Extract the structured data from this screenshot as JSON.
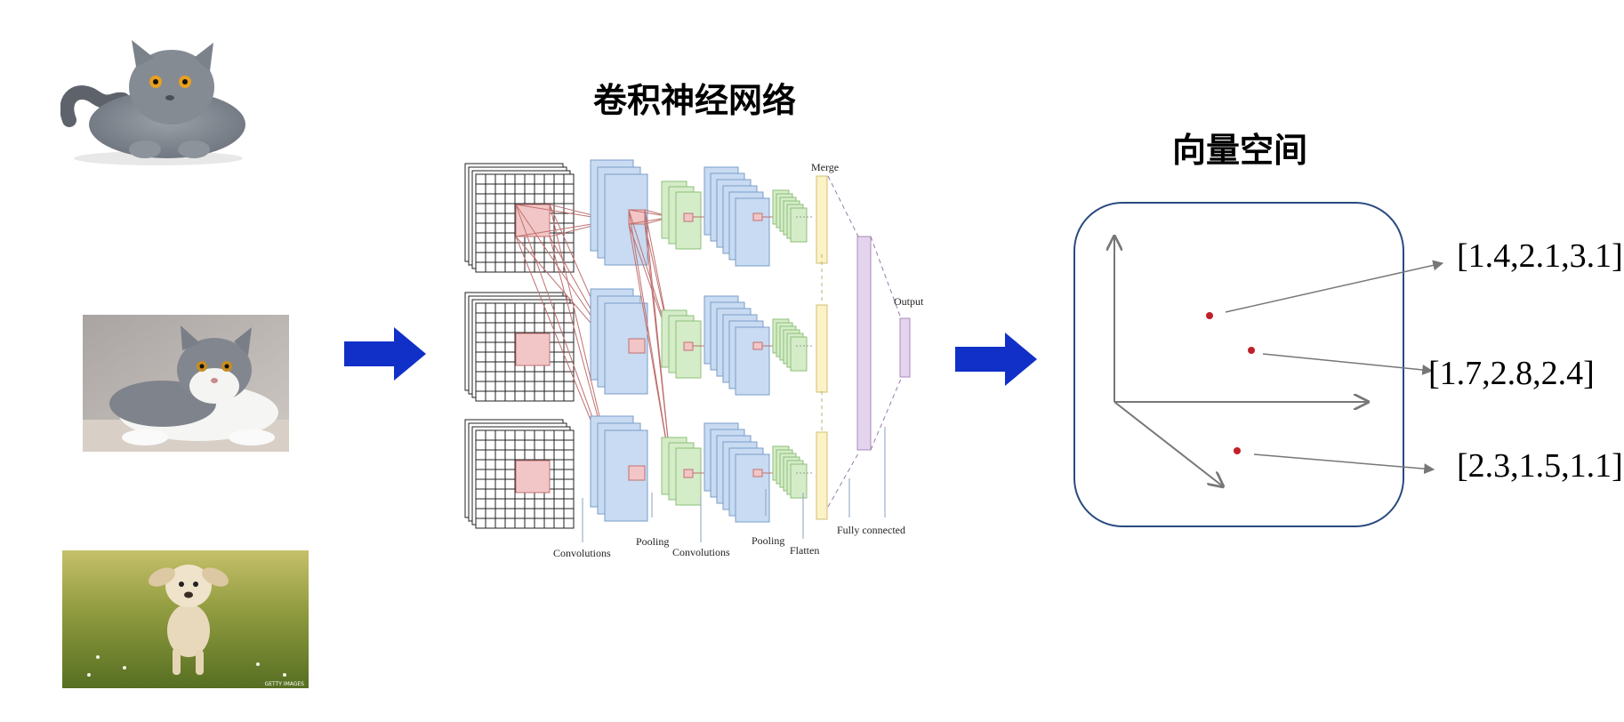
{
  "titles": {
    "cnn": "卷积神经网络",
    "space": "向量空间"
  },
  "cnn_labels": {
    "convolutions_1": "Convolutions",
    "pooling_1": "Pooling",
    "convolutions_2": "Convolutions",
    "pooling_2": "Pooling",
    "flatten": "Flatten",
    "merge": "Merge",
    "output": "Output",
    "fully_connected": "Fully connected"
  },
  "photos": {
    "dog_watermark": "GETTY IMAGES"
  },
  "vectors": [
    "[1.4,2.1,3.1]",
    "[1.7,2.8,2.4]",
    "[2.3,1.5,1.1]"
  ],
  "colors": {
    "arrow_blue": "#1030c8",
    "conv_blue": "#c8dbf2",
    "pool_green": "#d5ecc8",
    "flatten_yellow": "#fbf2c6",
    "fc_purple": "#e4d3ec",
    "kernel_red": "#f2c6c6",
    "box_border": "#2a4a80",
    "point_red": "#c0202a"
  }
}
